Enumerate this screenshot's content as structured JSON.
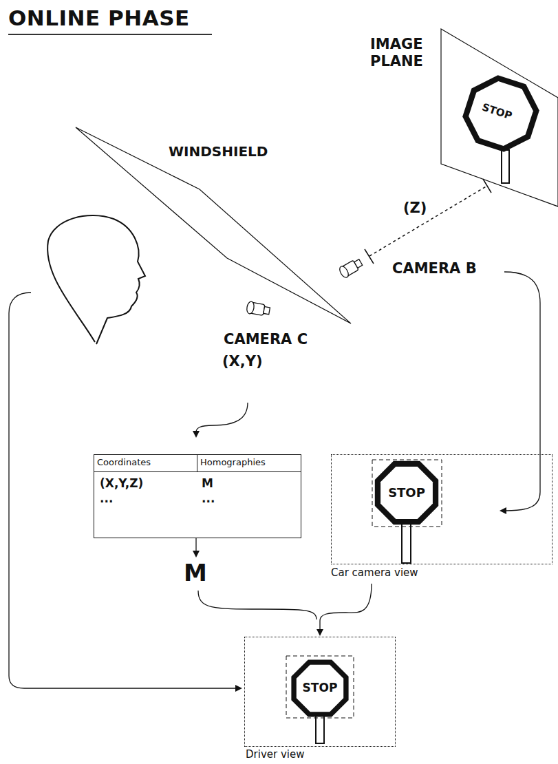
{
  "diagram": {
    "title": "ONLINE PHASE",
    "nodes": [
      {
        "text": [
          "Coordinates",
          "Homographies",
          "(X,Y,Z)",
          "M",
          "...",
          "..."
        ]
      },
      {
        "text": [
          "STOP",
          "Car camera view"
        ]
      },
      {
        "text": [
          "STOP",
          "Driver view"
        ]
      }
    ],
    "edges": [
      {
        "from": 1,
        "to": 2,
        "arrow": "to"
      }
    ],
    "labels": [
      "IMAGE PLANE",
      "STOP",
      "WINDSHIELD",
      "(Z)",
      "CAMERA B",
      "CAMERA C",
      "(X,Y)",
      "M"
    ]
  }
}
